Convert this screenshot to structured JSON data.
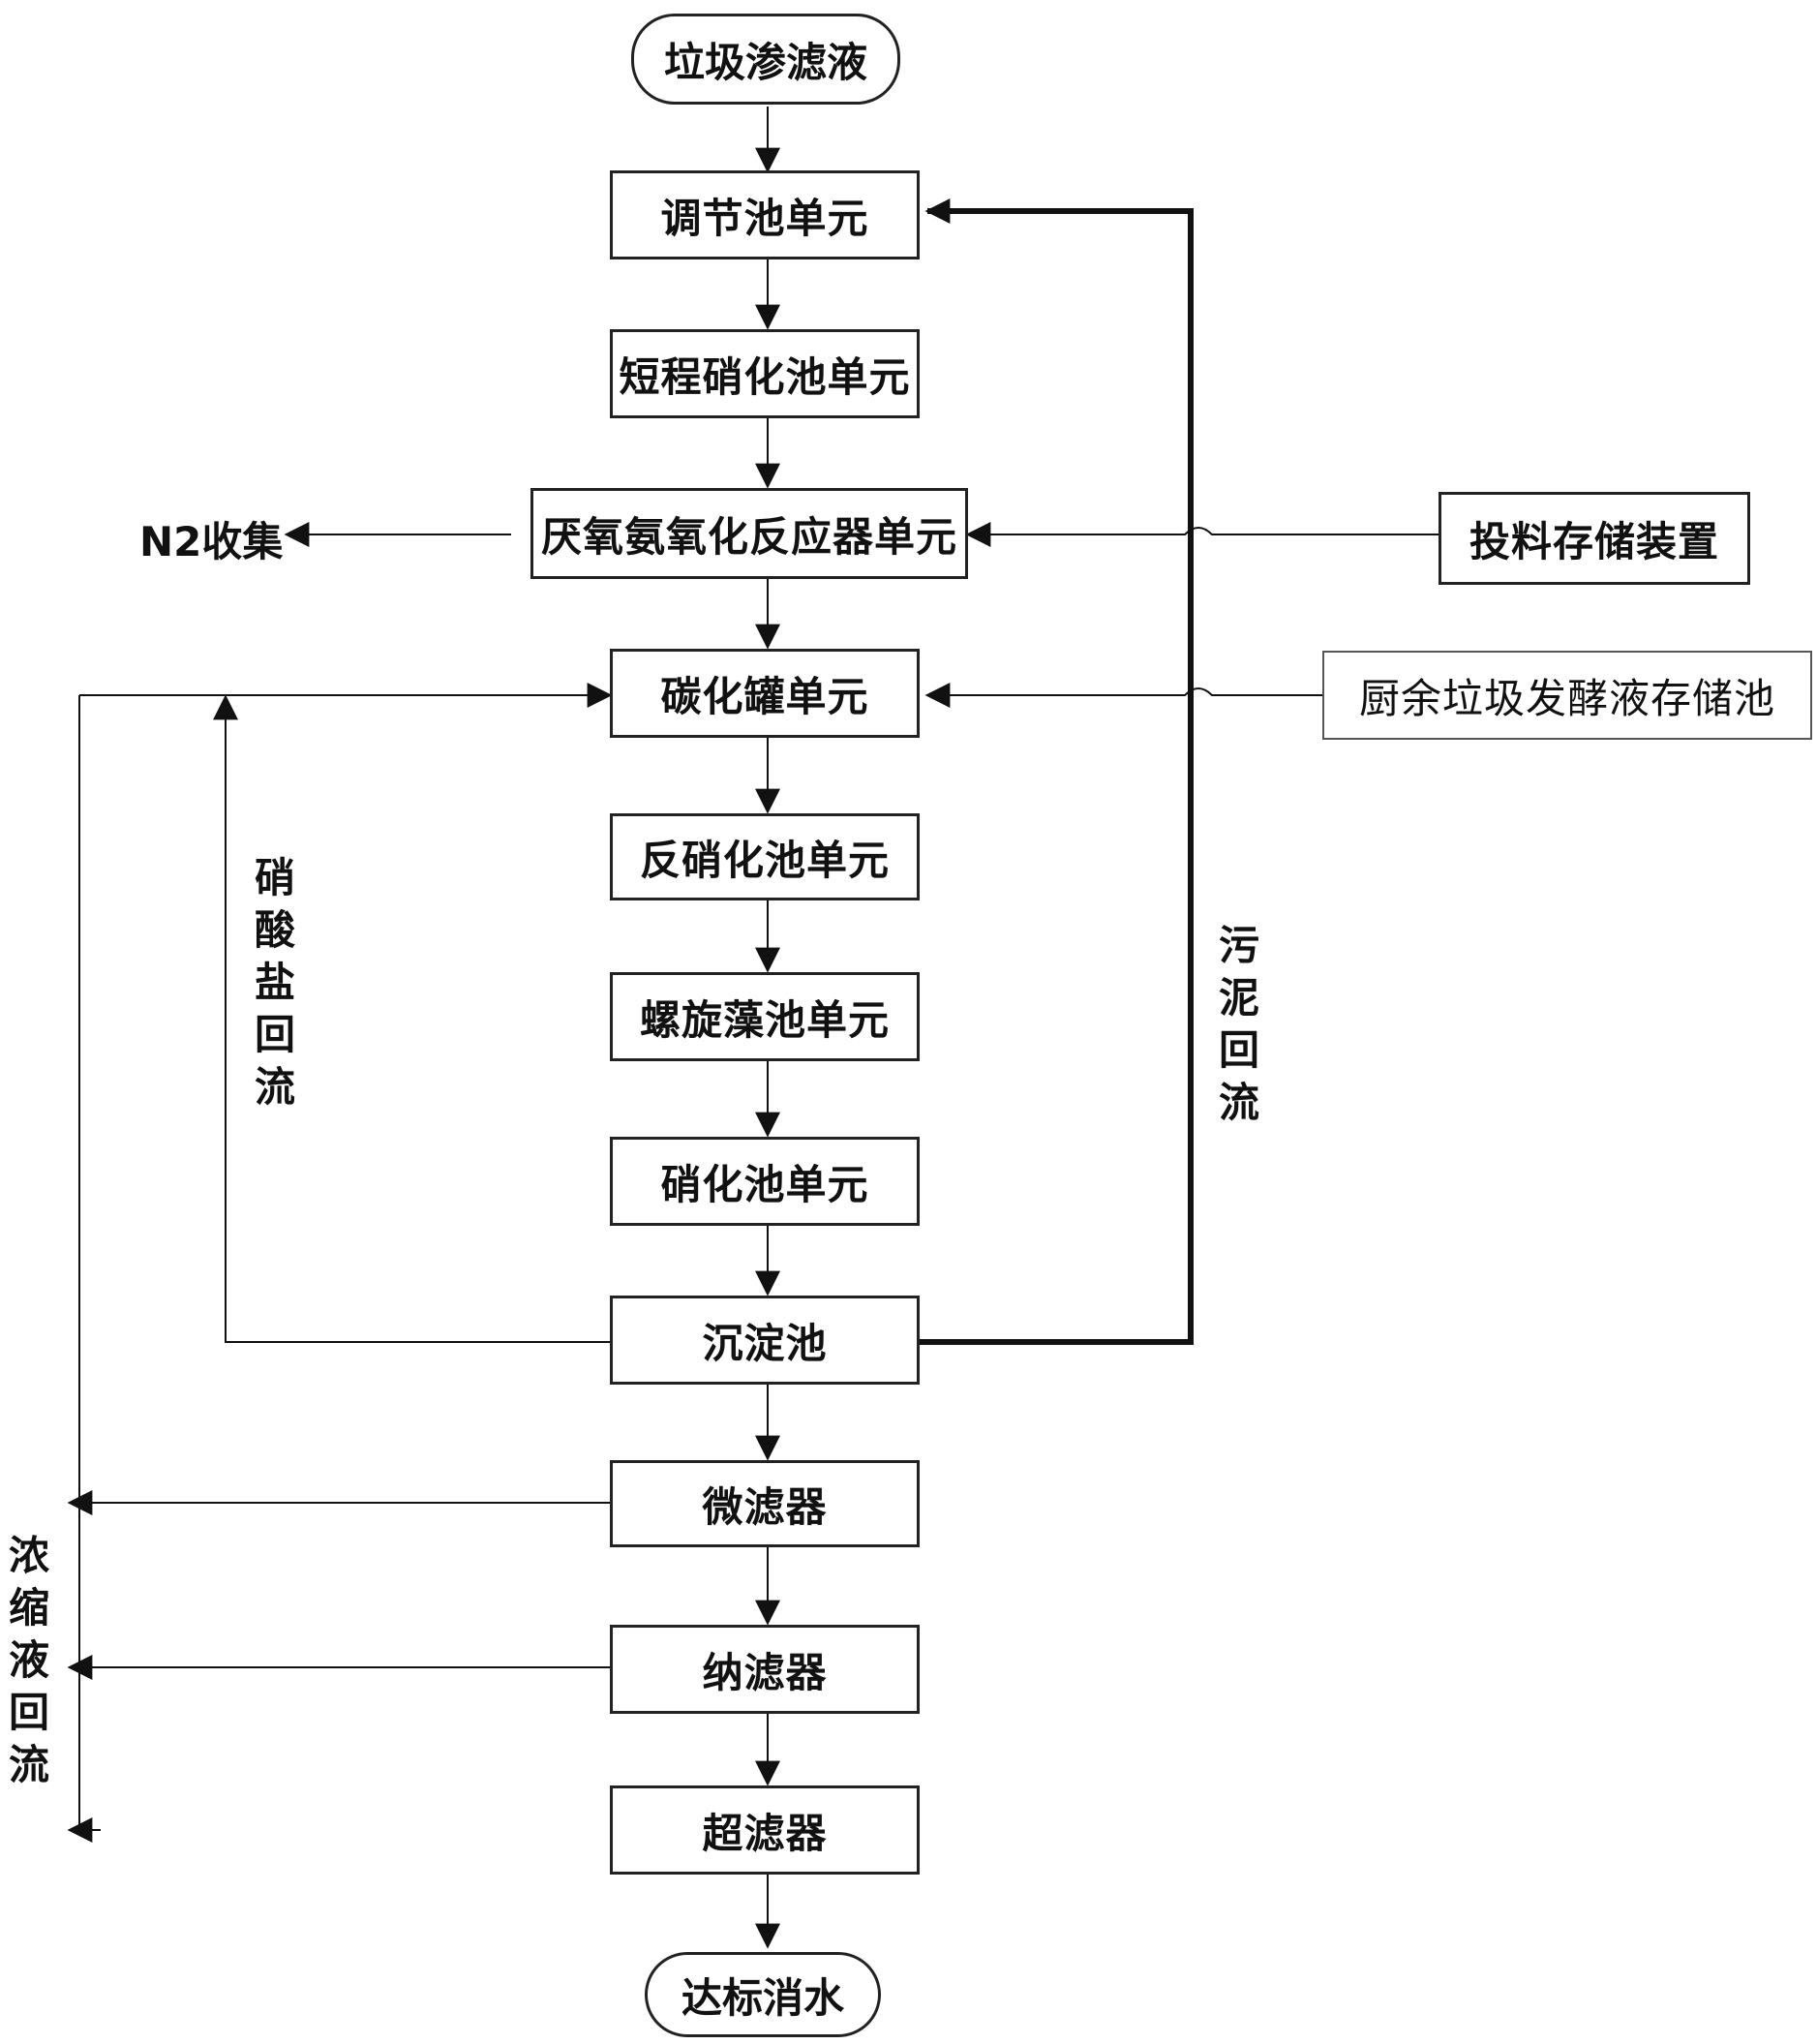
{
  "source": "垃圾渗滤液",
  "output": "达标消水",
  "units": {
    "tiaojie": "调节池单元",
    "duancheng": "短程硝化池单元",
    "anammox": "厌氧氨氧化反应器单元",
    "tanhua": "碳化罐单元",
    "fanxiaohua": "反硝化池单元",
    "luoxuanzao": "螺旋藻池单元",
    "xiaohua": "硝化池单元",
    "chendian": "沉淀池",
    "weilv": "微滤器",
    "nalv": "纳滤器",
    "chaolv": "超滤器"
  },
  "side_inputs": {
    "feed_storage": "投料存储装置",
    "kitchen_waste": "厨余垃圾发酵液存储池"
  },
  "labels": {
    "n2": "N2收集",
    "nitrate_return": "硝酸盐回流",
    "sludge_return": "污泥回流",
    "concentrate_return": "浓缩液回流"
  }
}
